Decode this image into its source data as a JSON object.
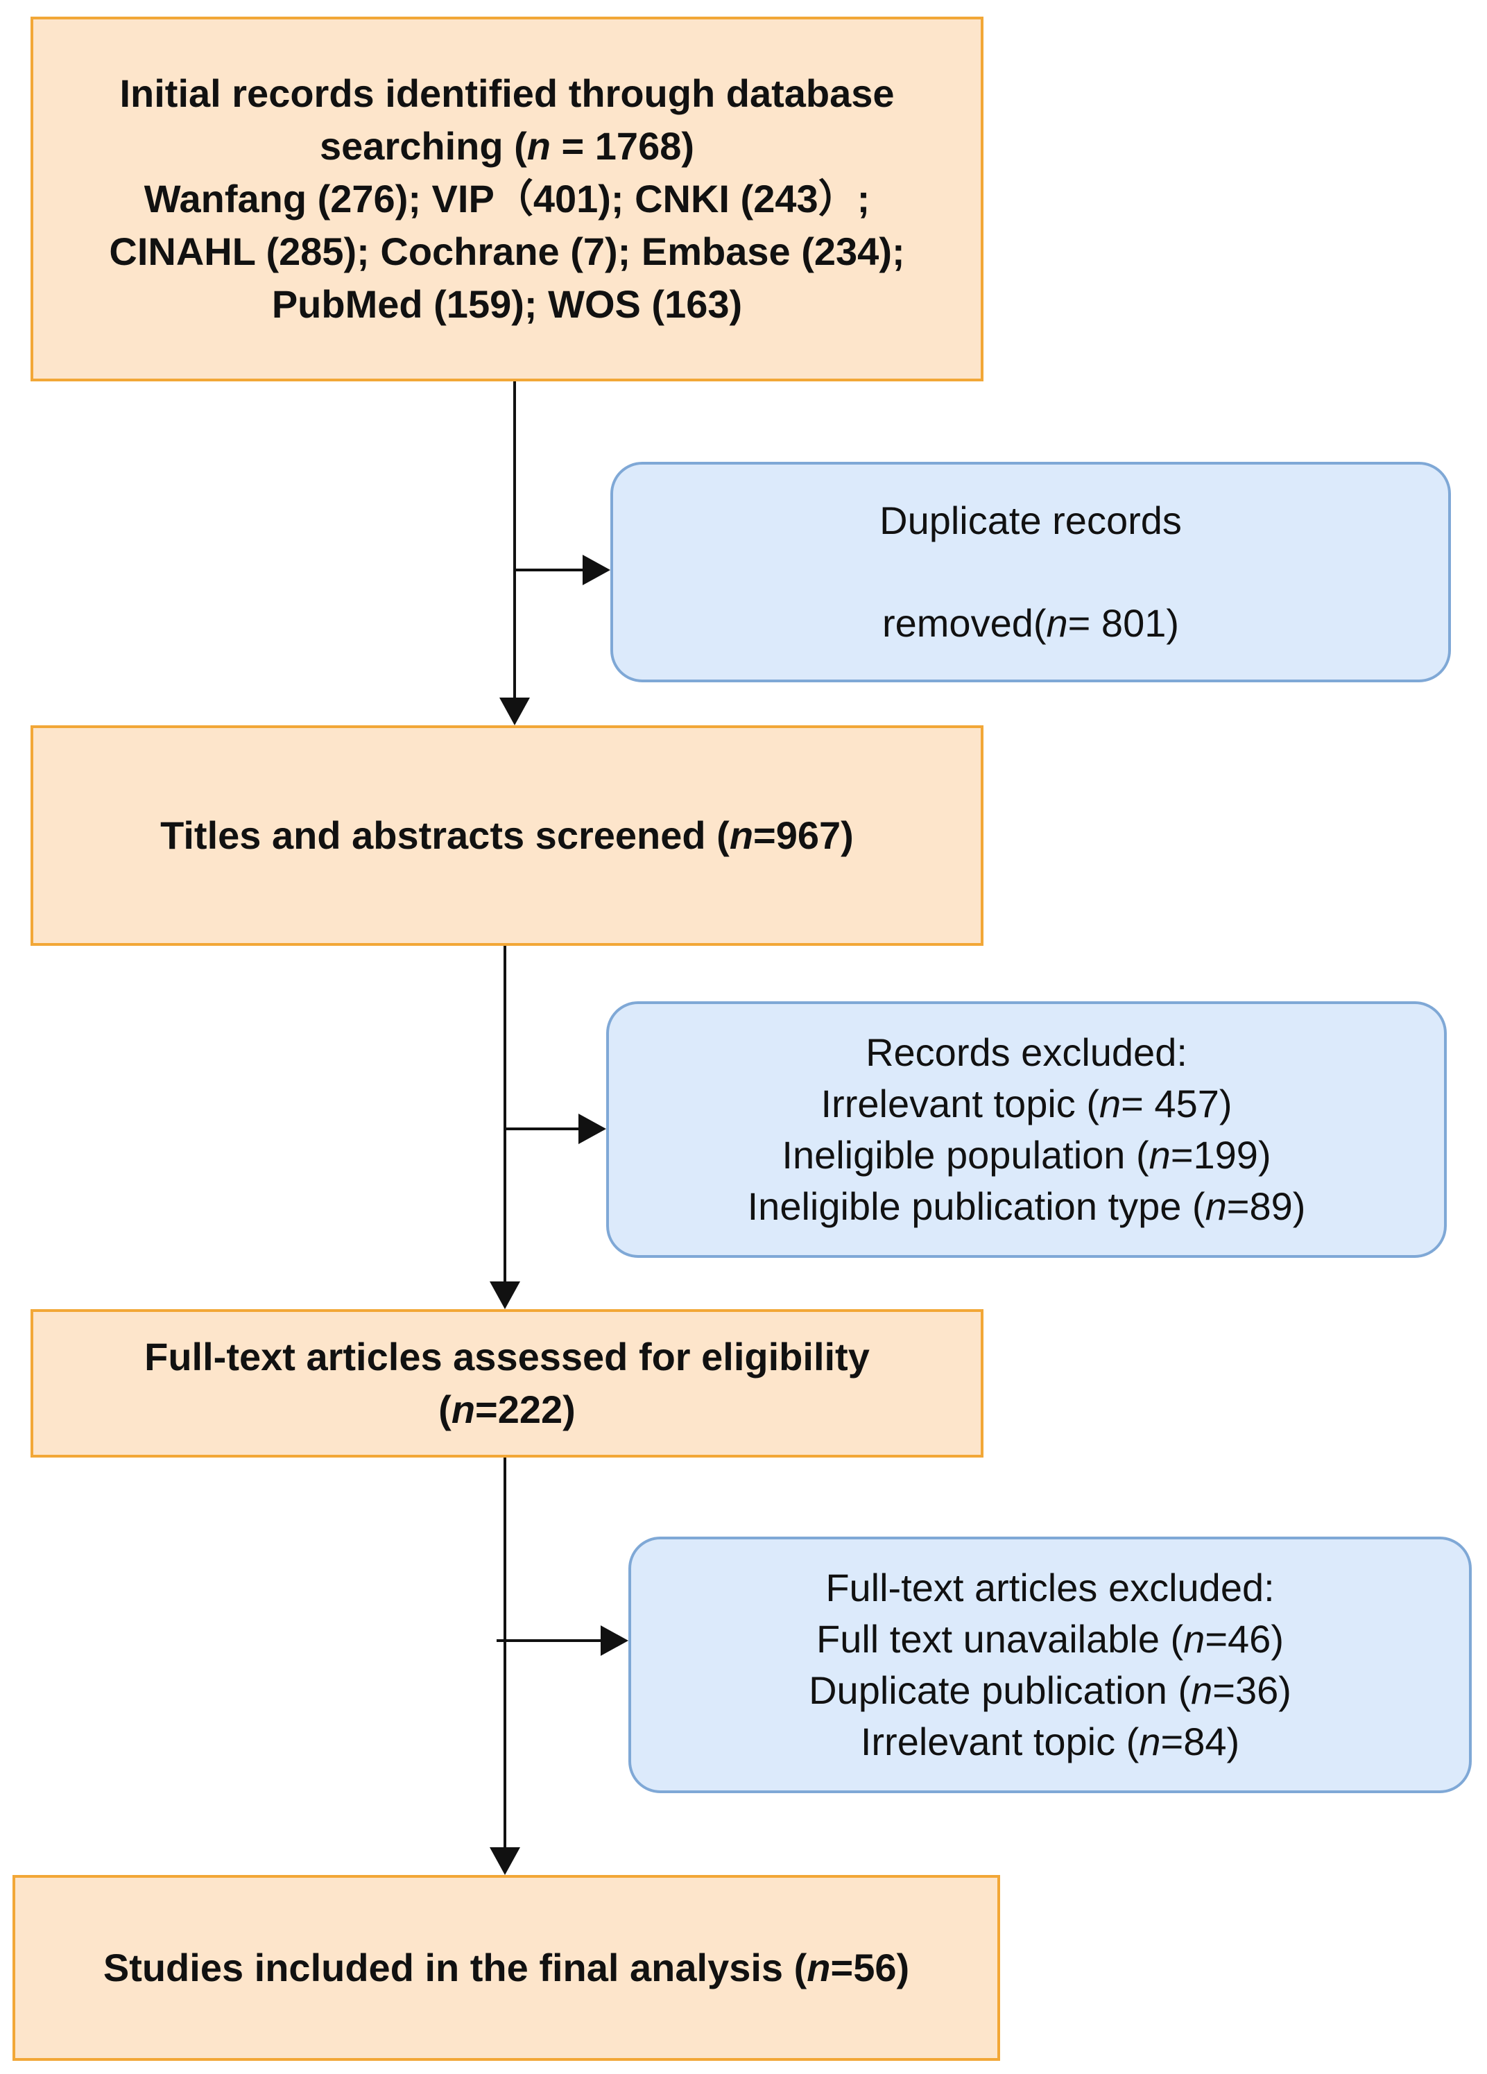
{
  "flow": {
    "initial": {
      "line1": "Initial records identified through database",
      "line2_pre": "searching (",
      "line2_n": "n",
      "line2_post": " = 1768)",
      "line3": "Wanfang (276); VIP（401); CNKI (243）;",
      "line4": "CINAHL (285); Cochrane (7); Embase (234);",
      "line5": "PubMed (159); WOS (163)"
    },
    "duplicate": {
      "line1": "Duplicate records",
      "line2_pre": "removed(",
      "line2_n": "n",
      "line2_post": "= 801)"
    },
    "screened": {
      "pre": "Titles and abstracts screened (",
      "n": "n",
      "post": "=967)"
    },
    "records_excluded": {
      "title": "Records excluded:",
      "items": [
        {
          "pre": "Irrelevant topic (",
          "n": "n",
          "post": "= 457)"
        },
        {
          "pre": "Ineligible population (",
          "n": "n",
          "post": "=199)"
        },
        {
          "pre": "Ineligible publication type (",
          "n": "n",
          "post": "=89)"
        }
      ]
    },
    "fulltext": {
      "line1": "Full-text articles assessed for eligibility",
      "line2_pre": "(",
      "line2_n": "n",
      "line2_post": "=222)"
    },
    "fulltext_excluded": {
      "title": "Full-text articles excluded:",
      "items": [
        {
          "pre": "Full text unavailable (",
          "n": "n",
          "post": "=46)"
        },
        {
          "pre": "Duplicate publication (",
          "n": "n",
          "post": "=36)"
        },
        {
          "pre": "Irrelevant topic (",
          "n": "n",
          "post": "=84)"
        }
      ]
    },
    "included": {
      "pre": "Studies included in the final analysis (",
      "n": "n",
      "post": "=56)"
    }
  },
  "colors": {
    "step_fill": "#fde5cb",
    "step_border": "#f2a737",
    "side_fill": "#dceafb",
    "side_border": "#7fa8d6",
    "arrow": "#111111"
  }
}
